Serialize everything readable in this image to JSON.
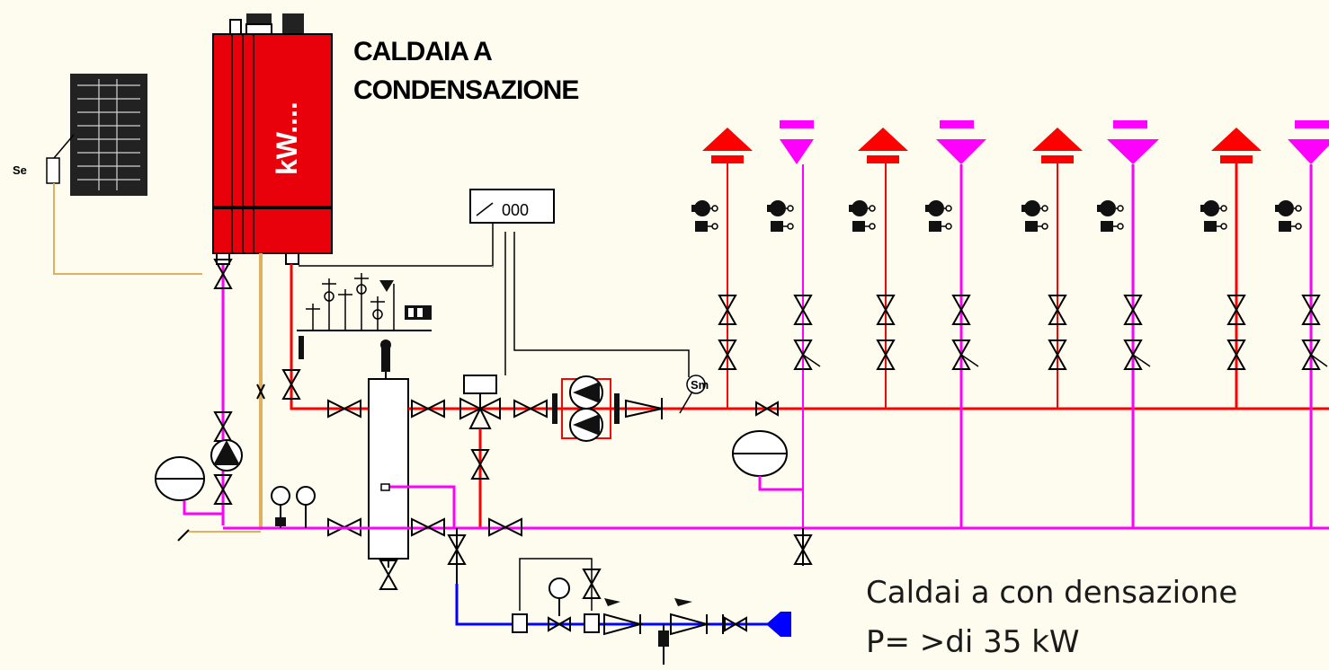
{
  "title": {
    "line1": "CALDAIA A",
    "line2": "CONDENSAZIONE"
  },
  "boiler": {
    "label": "kW....",
    "color": "#e8000a"
  },
  "sensors": {
    "external": "Se",
    "flow": "Sm"
  },
  "controller": {
    "display": "000"
  },
  "caption": {
    "line1": "Caldai a con densazione",
    "line2": "P= >di 35 kW"
  },
  "colors": {
    "supply": "#ff0000",
    "return": "#ff00ff",
    "cold_water": "#0000ff",
    "signal": "#e0b060",
    "background": "#fdfcee"
  }
}
